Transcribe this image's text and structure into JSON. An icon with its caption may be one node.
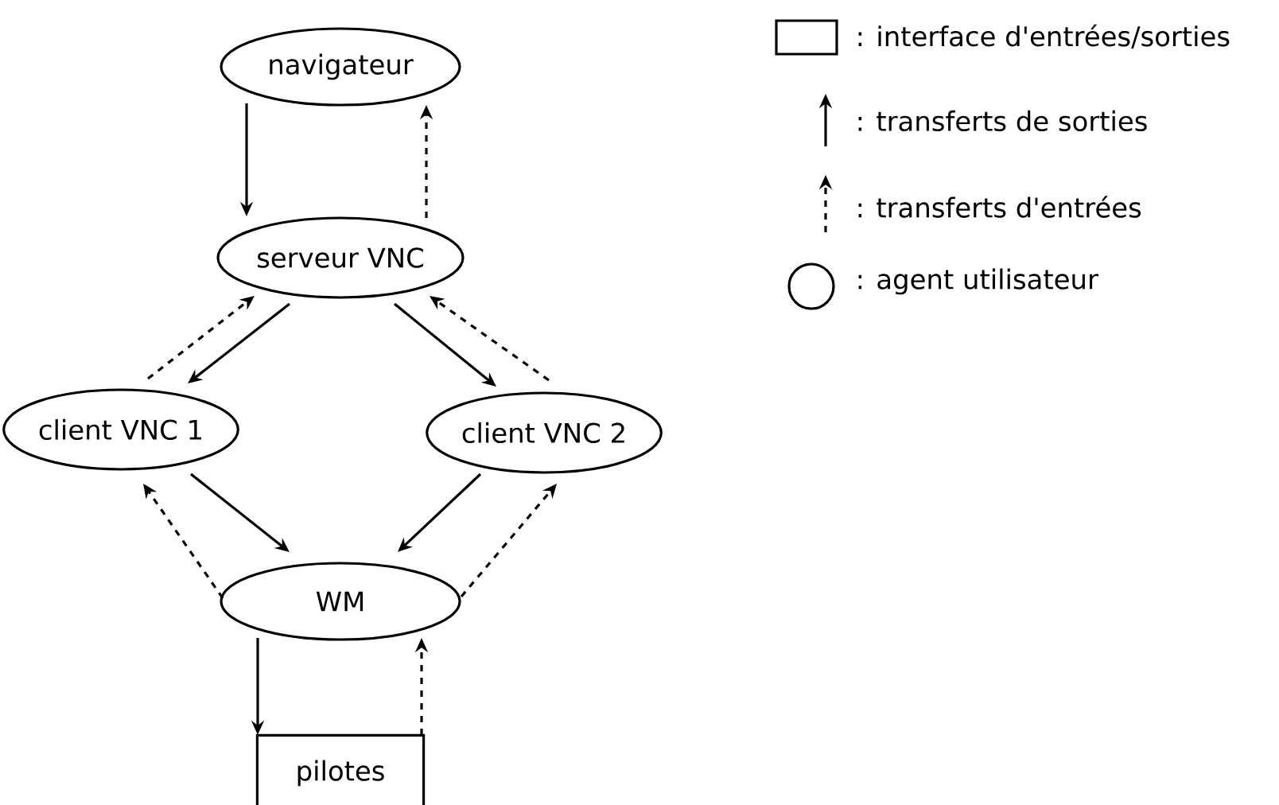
{
  "diagram": {
    "nodes": [
      {
        "text": [
          "navigateur"
        ]
      },
      {
        "text": [
          "serveur VNC"
        ]
      },
      {
        "text": [
          "client VNC 1"
        ]
      },
      {
        "text": [
          "client VNC 2"
        ]
      },
      {
        "text": [
          "WM"
        ]
      },
      {
        "text": [
          "pilotes"
        ]
      }
    ],
    "edges": [
      {
        "from": 0,
        "to": 1,
        "arrow": "to"
      },
      {
        "from": 1,
        "to": 0,
        "arrow": "to",
        "style": "dashed"
      },
      {
        "from": 1,
        "to": 2,
        "arrow": "to"
      },
      {
        "from": 2,
        "to": 1,
        "arrow": "to",
        "style": "dashed"
      },
      {
        "from": 1,
        "to": 3,
        "arrow": "to"
      },
      {
        "from": 3,
        "to": 1,
        "arrow": "to",
        "style": "dashed"
      },
      {
        "from": 2,
        "to": 4,
        "arrow": "to"
      },
      {
        "from": 4,
        "to": 2,
        "arrow": "to",
        "style": "dashed"
      },
      {
        "from": 3,
        "to": 4,
        "arrow": "to"
      },
      {
        "from": 4,
        "to": 3,
        "arrow": "to",
        "style": "dashed"
      },
      {
        "from": 4,
        "to": 5,
        "arrow": "to"
      },
      {
        "from": 5,
        "to": 4,
        "arrow": "to",
        "style": "dashed"
      }
    ],
    "legend": [
      {
        "text": ": interface d'entrées/sorties"
      },
      {
        "text": ": transferts de sorties"
      },
      {
        "text": ": transferts d'entrées"
      },
      {
        "text": ": agent utilisateur"
      }
    ]
  }
}
